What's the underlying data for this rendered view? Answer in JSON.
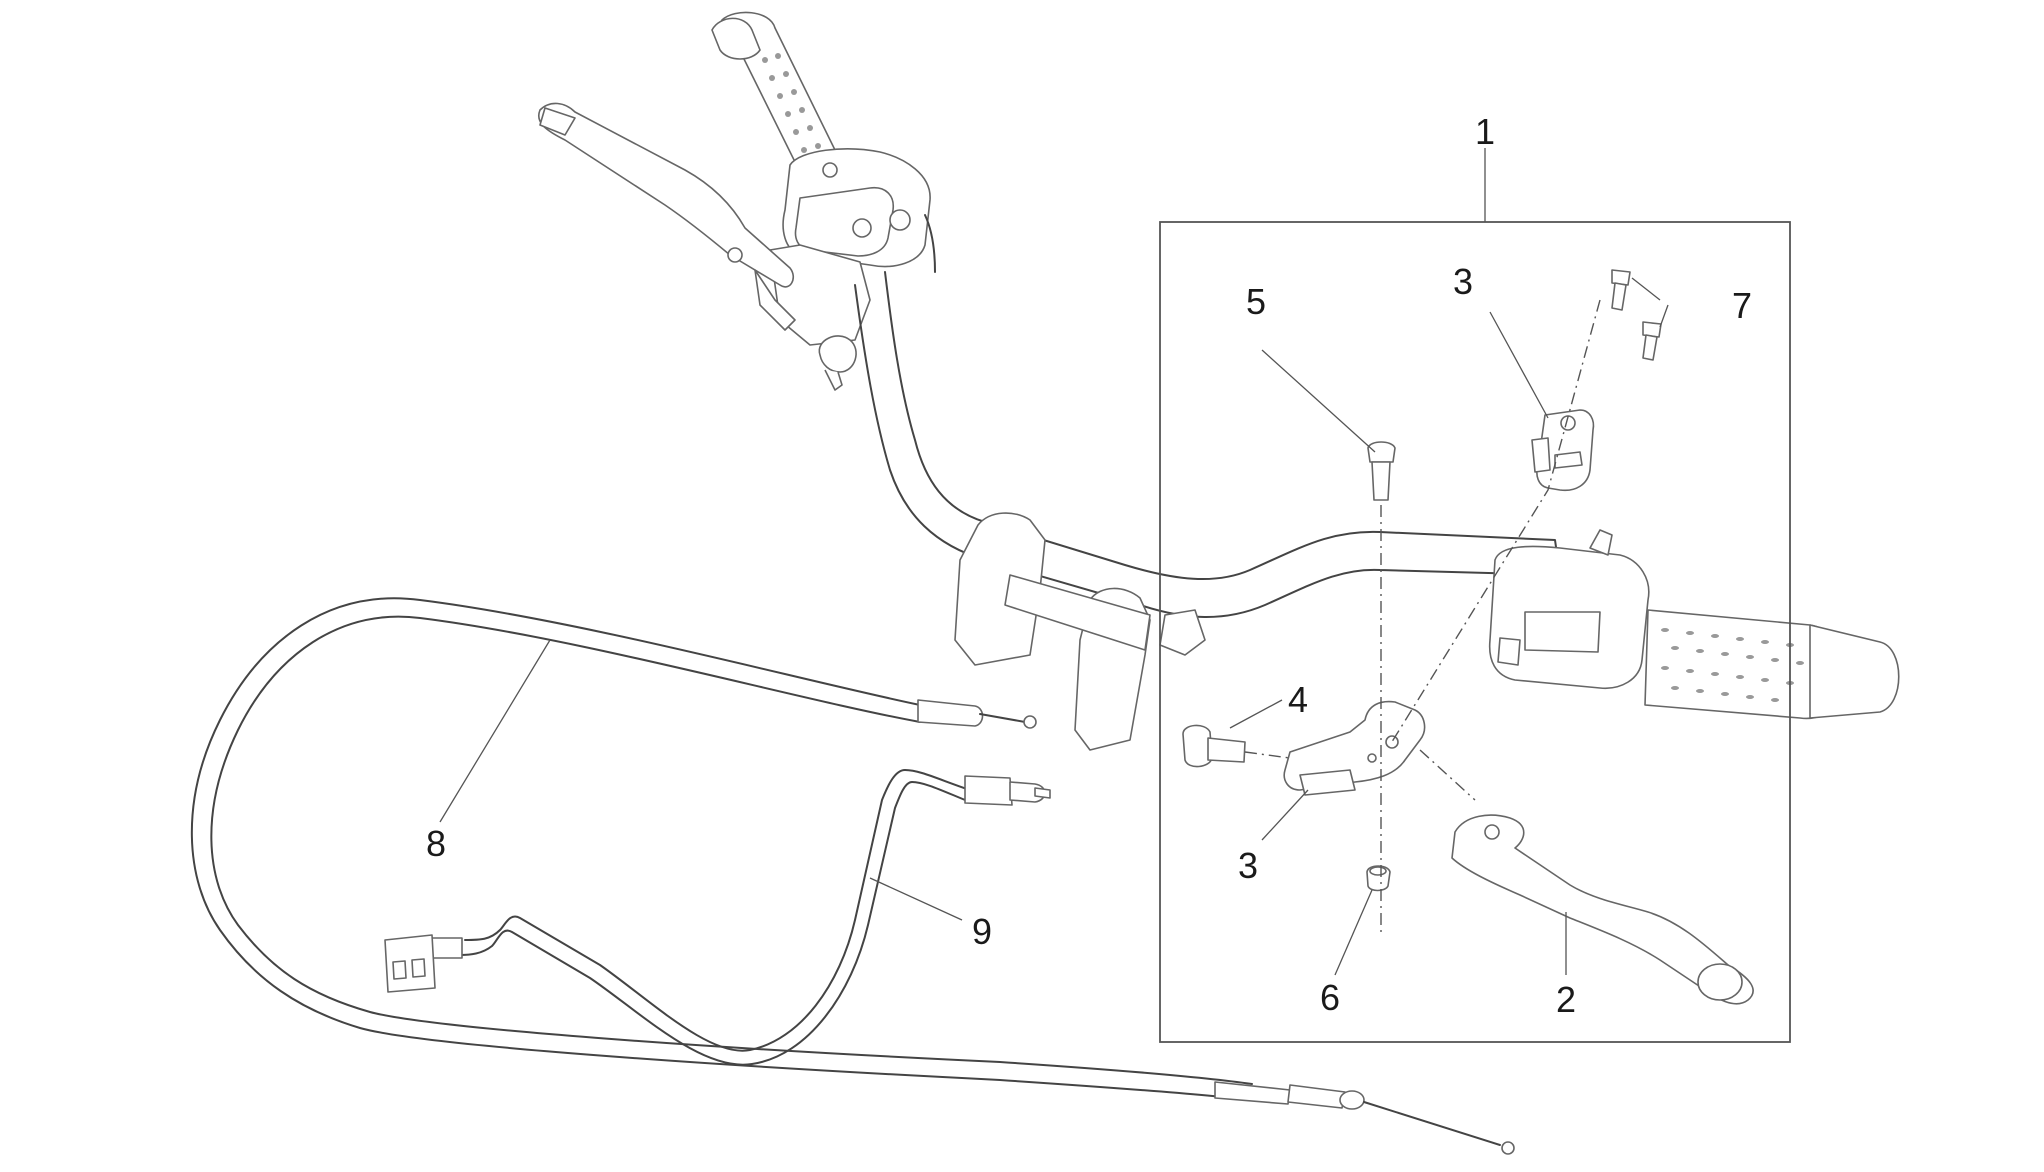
{
  "callouts": {
    "c1": "1",
    "c2": "2",
    "c3a": "3",
    "c3b": "3",
    "c4": "4",
    "c5": "5",
    "c6": "6",
    "c7": "7",
    "c8": "8",
    "c9": "9"
  }
}
